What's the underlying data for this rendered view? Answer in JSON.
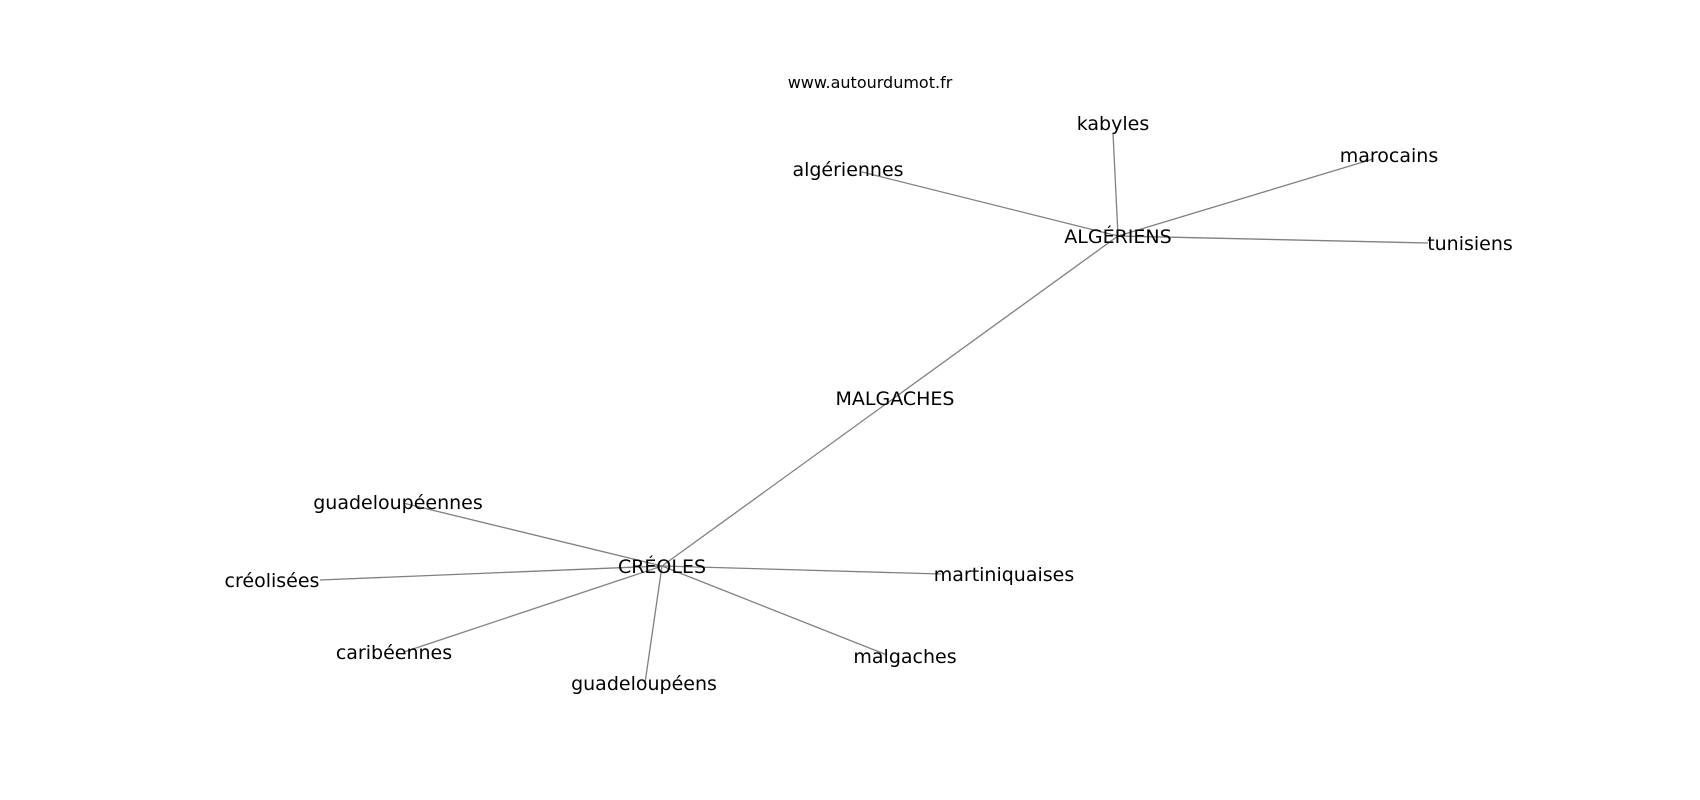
{
  "watermark": "www.autourdumot.fr",
  "edge_color": "#808080",
  "text_color": "#000000",
  "nodes": [
    {
      "id": "malgaches_upper",
      "label": "MALGACHES"
    },
    {
      "id": "algeriens",
      "label": "ALGÉRIENS"
    },
    {
      "id": "creoles",
      "label": "CRÉOLES"
    },
    {
      "id": "kabyles",
      "label": "kabyles"
    },
    {
      "id": "marocains",
      "label": "marocains"
    },
    {
      "id": "algeriennes",
      "label": "algériennes"
    },
    {
      "id": "tunisiens",
      "label": "tunisiens"
    },
    {
      "id": "guadeloupeennes",
      "label": "guadeloupéennes"
    },
    {
      "id": "creolisees",
      "label": "créolisées"
    },
    {
      "id": "caribeennes",
      "label": "caribéennes"
    },
    {
      "id": "guadeloupeens",
      "label": "guadeloupéens"
    },
    {
      "id": "martiniquaises",
      "label": "martiniquaises"
    },
    {
      "id": "malgaches_lower",
      "label": "malgaches"
    }
  ],
  "edges": [
    [
      "algeriens",
      "creoles"
    ],
    [
      "algeriens",
      "kabyles"
    ],
    [
      "algeriens",
      "marocains"
    ],
    [
      "algeriens",
      "algeriennes"
    ],
    [
      "algeriens",
      "tunisiens"
    ],
    [
      "creoles",
      "guadeloupeennes"
    ],
    [
      "creoles",
      "creolisees"
    ],
    [
      "creoles",
      "caribeennes"
    ],
    [
      "creoles",
      "guadeloupeens"
    ],
    [
      "creoles",
      "martiniquaises"
    ],
    [
      "creoles",
      "malgaches_lower"
    ]
  ]
}
